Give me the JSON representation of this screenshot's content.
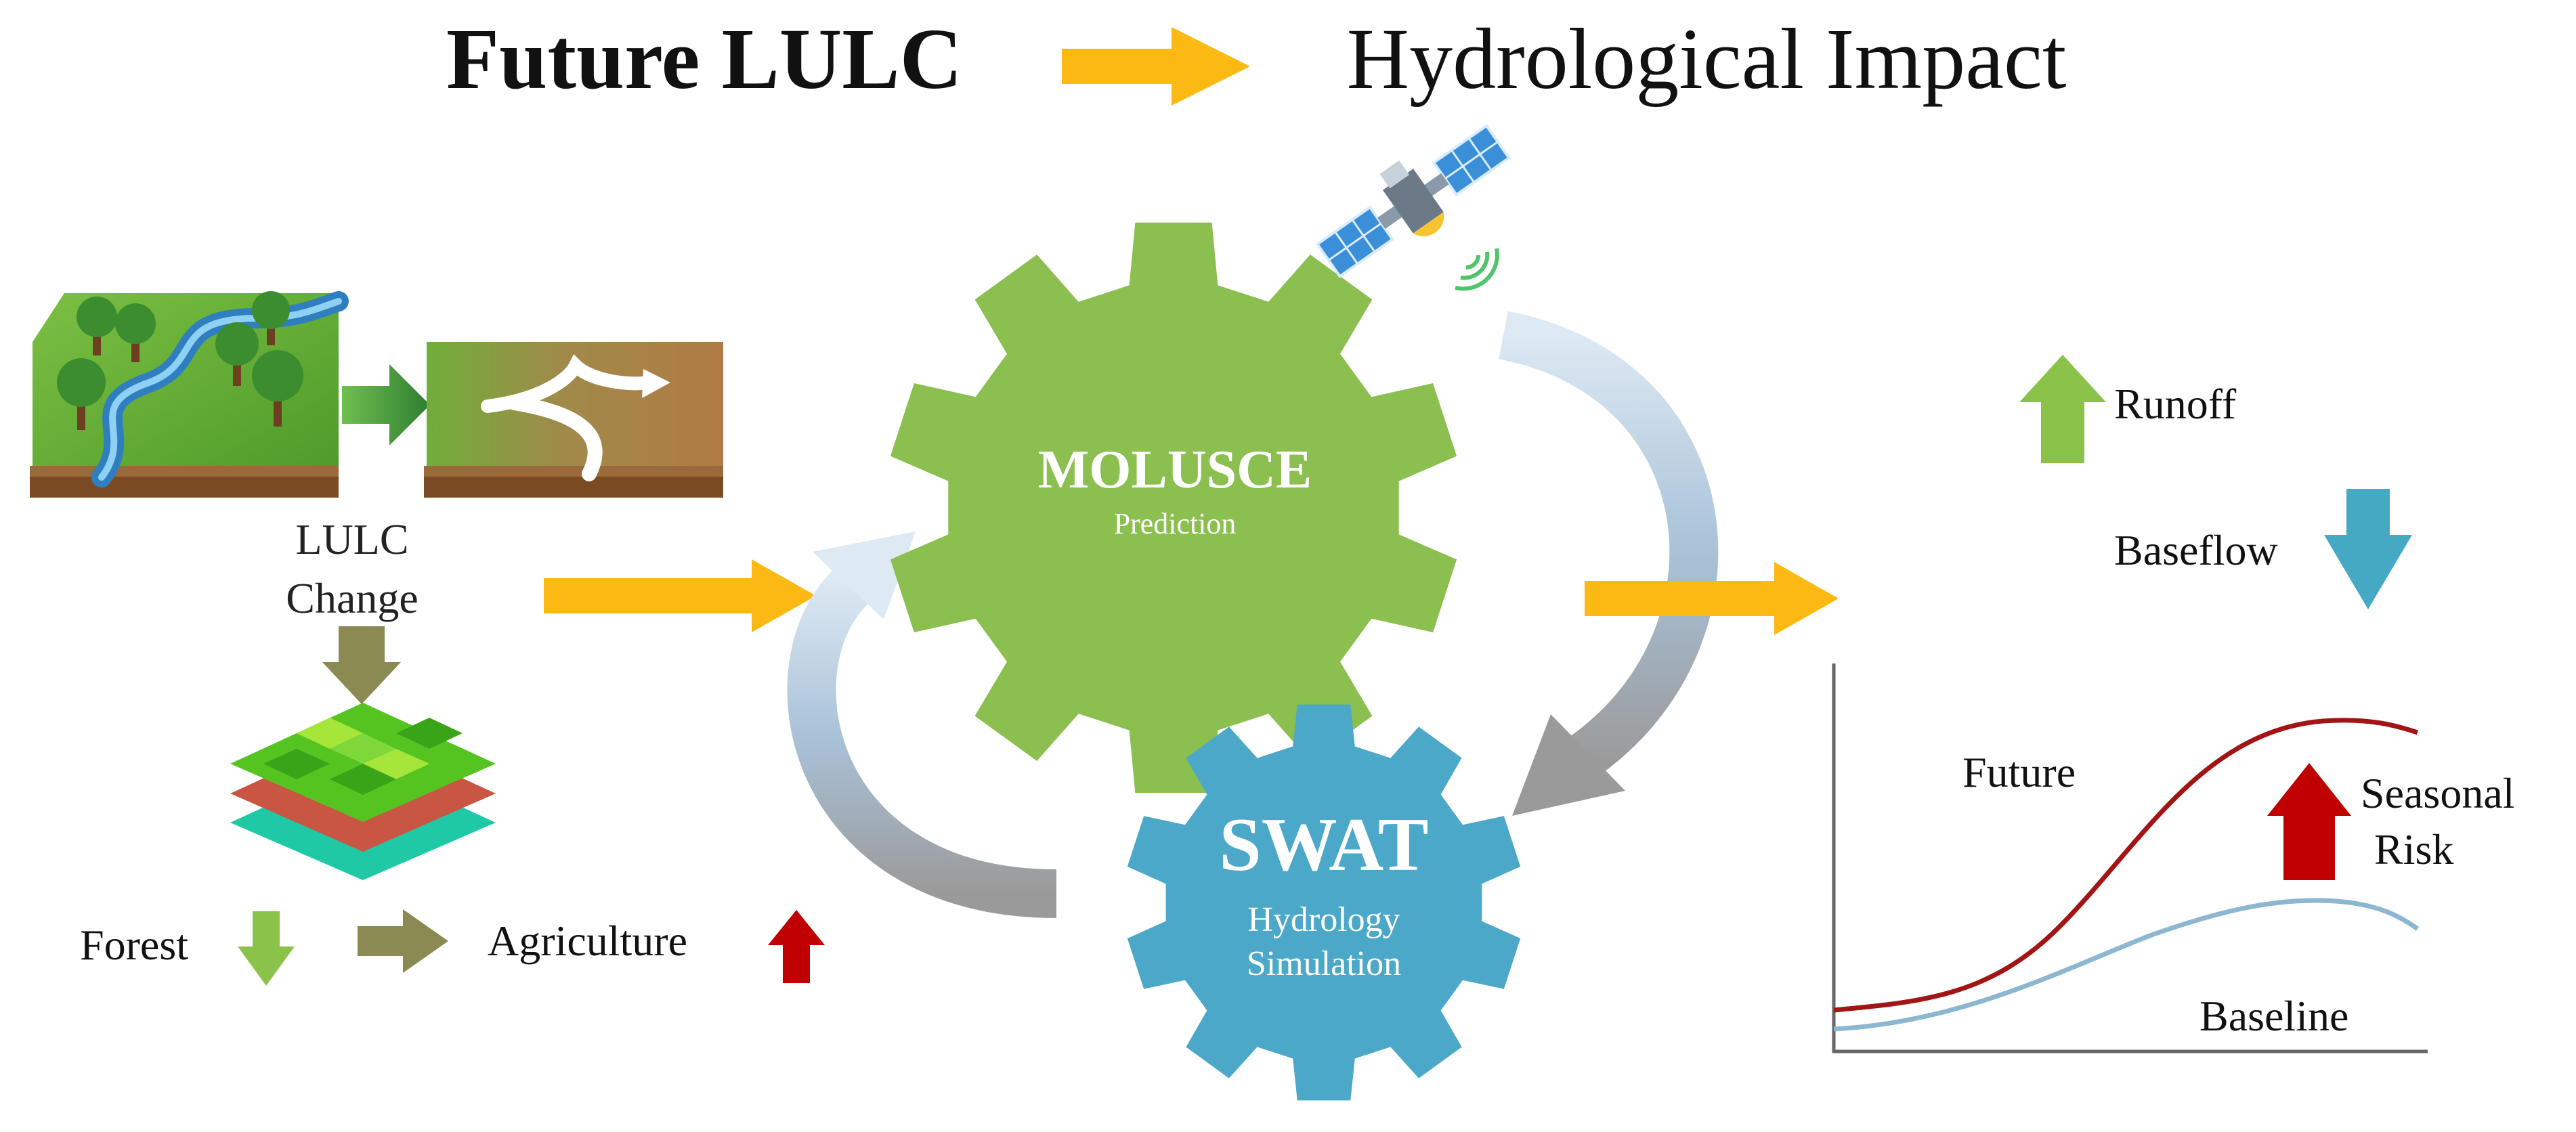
{
  "title": {
    "left": "Future LULC",
    "right": "Hydrological Impact"
  },
  "lulc": {
    "label_line1": "LULC",
    "label_line2": "Change",
    "forest": "Forest",
    "agriculture": "Agriculture"
  },
  "gears": {
    "molusce_title": "MOLUSCE",
    "molusce_sub": "Prediction",
    "swat_title": "SWAT",
    "swat_sub1": "Hydrology",
    "swat_sub2": "Simulation"
  },
  "impacts": {
    "runoff": "Runoff",
    "baseflow": "Baseflow"
  },
  "graph": {
    "future": "Future",
    "baseline": "Baseline",
    "risk_line1": "Seasonal",
    "risk_line2": "Risk"
  },
  "colors": {
    "accent_yellow": "#FDB913",
    "gear_green": "#8BBF4F",
    "gear_blue": "#4BA8C8",
    "arrow_green": "#8BC34A",
    "arrow_blue": "#45A9C4",
    "arrow_red": "#C00000",
    "arrow_olive": "#8A8A52",
    "future_line": "#A31515",
    "baseline_line": "#8DB7D1"
  }
}
